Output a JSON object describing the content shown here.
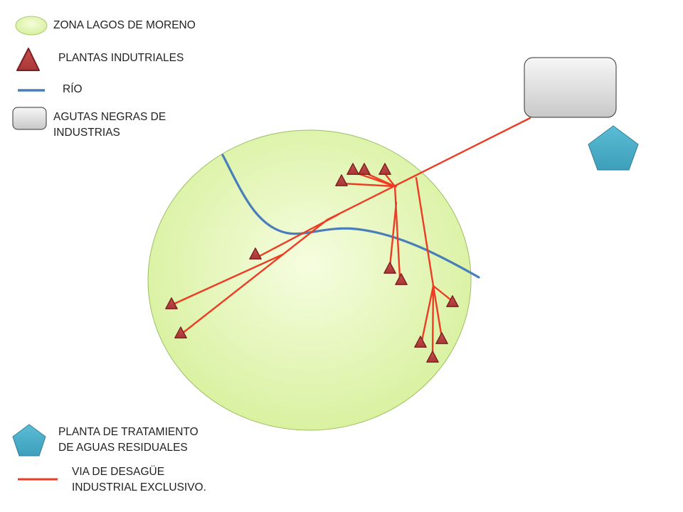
{
  "legend": {
    "zone_label": "ZONA LAGOS DE MORENO",
    "plants_label": "PLANTAS INDUTRIALES",
    "river_label": "RÍO",
    "sewage_label": "AGUTAS NEGRAS DE\nINDUSTRIAS",
    "treatment_label": "PLANTA DE TRATAMIENTO\nDE AGUAS RESIDUALES",
    "drain_label": "VIA DE DESAGÜE\nINDUSTRIAL EXCLUSIVO."
  },
  "colors": {
    "zone_fill": "#e6f7b4",
    "zone_stroke": "#9cbf62",
    "plant_fill": "#b33c3c",
    "plant_stroke": "#7a1f1f",
    "river": "#4a7ebb",
    "drain": "#ee3c24",
    "sewage_fill": "#dcdcdc",
    "treatment_fill": "#4bacc6"
  },
  "icons": {
    "zone": "green-ellipse",
    "plant": "red-triangle",
    "river": "blue-line",
    "sewage": "gray-rounded-box",
    "treatment": "teal-pentagon",
    "drain": "red-line"
  }
}
